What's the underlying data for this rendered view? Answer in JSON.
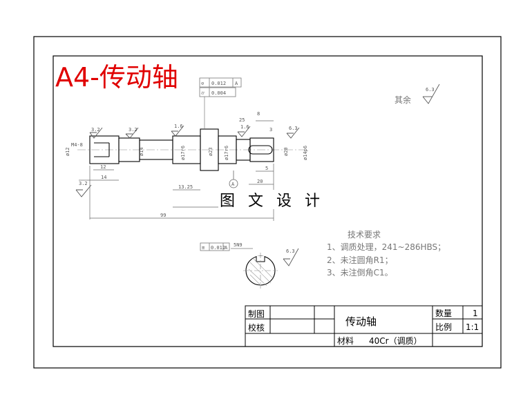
{
  "drawing": {
    "big_title": "A4-传动轴",
    "watermark": "图 文 设 计",
    "rest_label": "其余",
    "roughness": [
      "6.3",
      "3.2",
      "3.2",
      "1.6",
      "1.6",
      "6.3",
      "3.2",
      "6.3"
    ],
    "tolerance_frames": [
      {
        "symbol": "⊙",
        "value": "0.012",
        "datum": "A"
      },
      {
        "symbol": "⌭",
        "value": "0.004",
        "datum": ""
      },
      {
        "symbol": "≡",
        "value": "0.012",
        "datum": "A"
      }
    ],
    "dims": {
      "thread": "M4-8",
      "d12": "ø12",
      "d14": "ø14",
      "d17a": "ø17r6",
      "d23": "ø23",
      "d17b": "ø17r6",
      "d20": "ø20",
      "d14b": "ø14p6",
      "l12": "12",
      "l14": "14",
      "l1325": "13.25",
      "l99": "99",
      "l8": "8",
      "l3": "3",
      "l5": "5",
      "l20": "20",
      "l25": "25",
      "key": "5N9",
      "datum": "A"
    },
    "tech": {
      "title": "技术要求",
      "items": [
        "1、调质处理，241~286HBS；",
        "2、未注圆角R1；",
        "3、未注倒角C1。"
      ]
    }
  },
  "title_block": {
    "drawn_label": "制图",
    "check_label": "校核",
    "part_name": "传动轴",
    "qty_label": "数量",
    "qty_value": "1",
    "scale_label": "比例",
    "scale_value": "1:1",
    "material_label": "材料",
    "material_value": "40Cr（调质）"
  }
}
